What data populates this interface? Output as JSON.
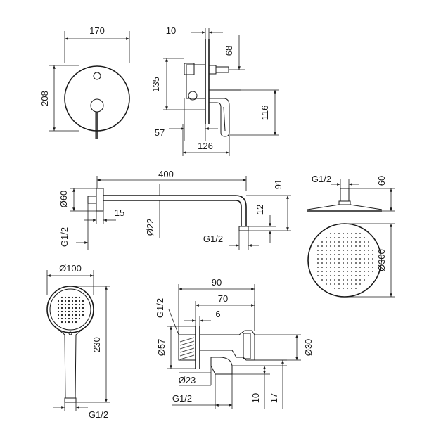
{
  "dimensions": {
    "mixer_width": "170",
    "mixer_height": "208",
    "mixer_depth_top": "10",
    "mixer_offset_68": "68",
    "mixer_body_135": "135",
    "mixer_spout_116": "116",
    "mixer_57": "57",
    "mixer_126": "126",
    "arm_length": "400",
    "arm_height": "91",
    "arm_flange": "Ø60",
    "arm_15": "15",
    "arm_tube": "Ø22",
    "arm_thread_left": "G1/2",
    "arm_12": "12",
    "arm_thread_right": "G1/2",
    "head_thread": "G1/2",
    "head_60": "60",
    "head_diameter": "Ø300",
    "hand_diameter": "Ø100",
    "hand_length": "230",
    "hand_thread": "G1/2",
    "elbow_90": "90",
    "elbow_70": "70",
    "elbow_6": "6",
    "elbow_thread_top": "G1/2",
    "elbow_57": "Ø57",
    "elbow_30": "Ø30",
    "elbow_23": "Ø23",
    "elbow_thread_bottom": "G1/2",
    "elbow_10": "10",
    "elbow_17": "17"
  }
}
